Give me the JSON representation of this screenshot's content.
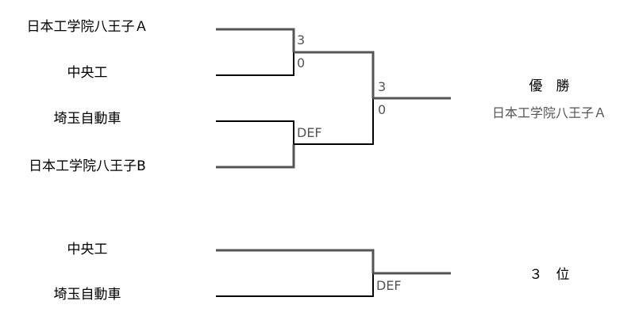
{
  "tournament": {
    "teams": [
      "日本工学院八王子Ａ",
      "中央工",
      "埼玉自動車",
      "日本工学院八王子B"
    ],
    "semifinal_1": {
      "top_score": "3",
      "bottom_score": "0"
    },
    "semifinal_2": {
      "result": "DEF"
    },
    "final": {
      "top_score": "3",
      "bottom_score": "0"
    },
    "champion_label": "優　勝",
    "champion_team": "日本工学院八王子Ａ"
  },
  "third_place": {
    "teams": [
      "中央工",
      "埼玉自動車"
    ],
    "result": "DEF",
    "label": "３　位"
  },
  "colors": {
    "winner_line": "#555555",
    "loser_line": "#000000",
    "score_text": "#555555"
  }
}
